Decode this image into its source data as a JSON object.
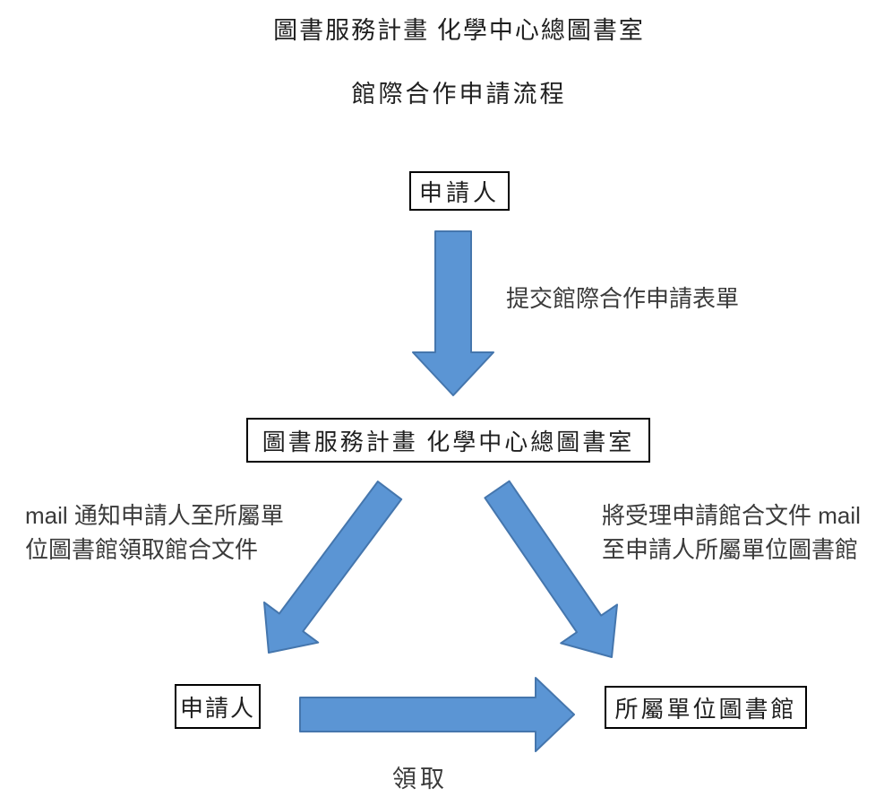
{
  "title": {
    "line1": "圖書服務計畫 化學中心總圖書室",
    "line2": "館際合作申請流程"
  },
  "nodes": {
    "applicant_top": {
      "label": "申請人"
    },
    "library_center": {
      "label": "圖書服務計畫 化學中心總圖書室"
    },
    "applicant_bottom": {
      "label": "申請人"
    },
    "affiliated_library": {
      "label": "所屬單位圖書館"
    }
  },
  "edges": {
    "submit_form": {
      "label": "提交館際合作申請表單",
      "arrow": "down"
    },
    "mail_notify": {
      "line1": "mail 通知申請人至所屬單",
      "line2": "位圖書館領取館合文件",
      "arrow": "diagonal-down-left"
    },
    "mail_send": {
      "line1": "將受理申請館合文件 mail",
      "line2": "至申請人所屬單位圖書館",
      "arrow": "diagonal-down-right"
    },
    "pickup": {
      "label": "領取",
      "arrow": "right"
    }
  },
  "colors": {
    "arrow_fill": "#5b95d4",
    "arrow_stroke": "#4576ad",
    "box_border": "#000000",
    "text_primary": "#1f1f1f",
    "text_label": "#3a3a3a"
  }
}
